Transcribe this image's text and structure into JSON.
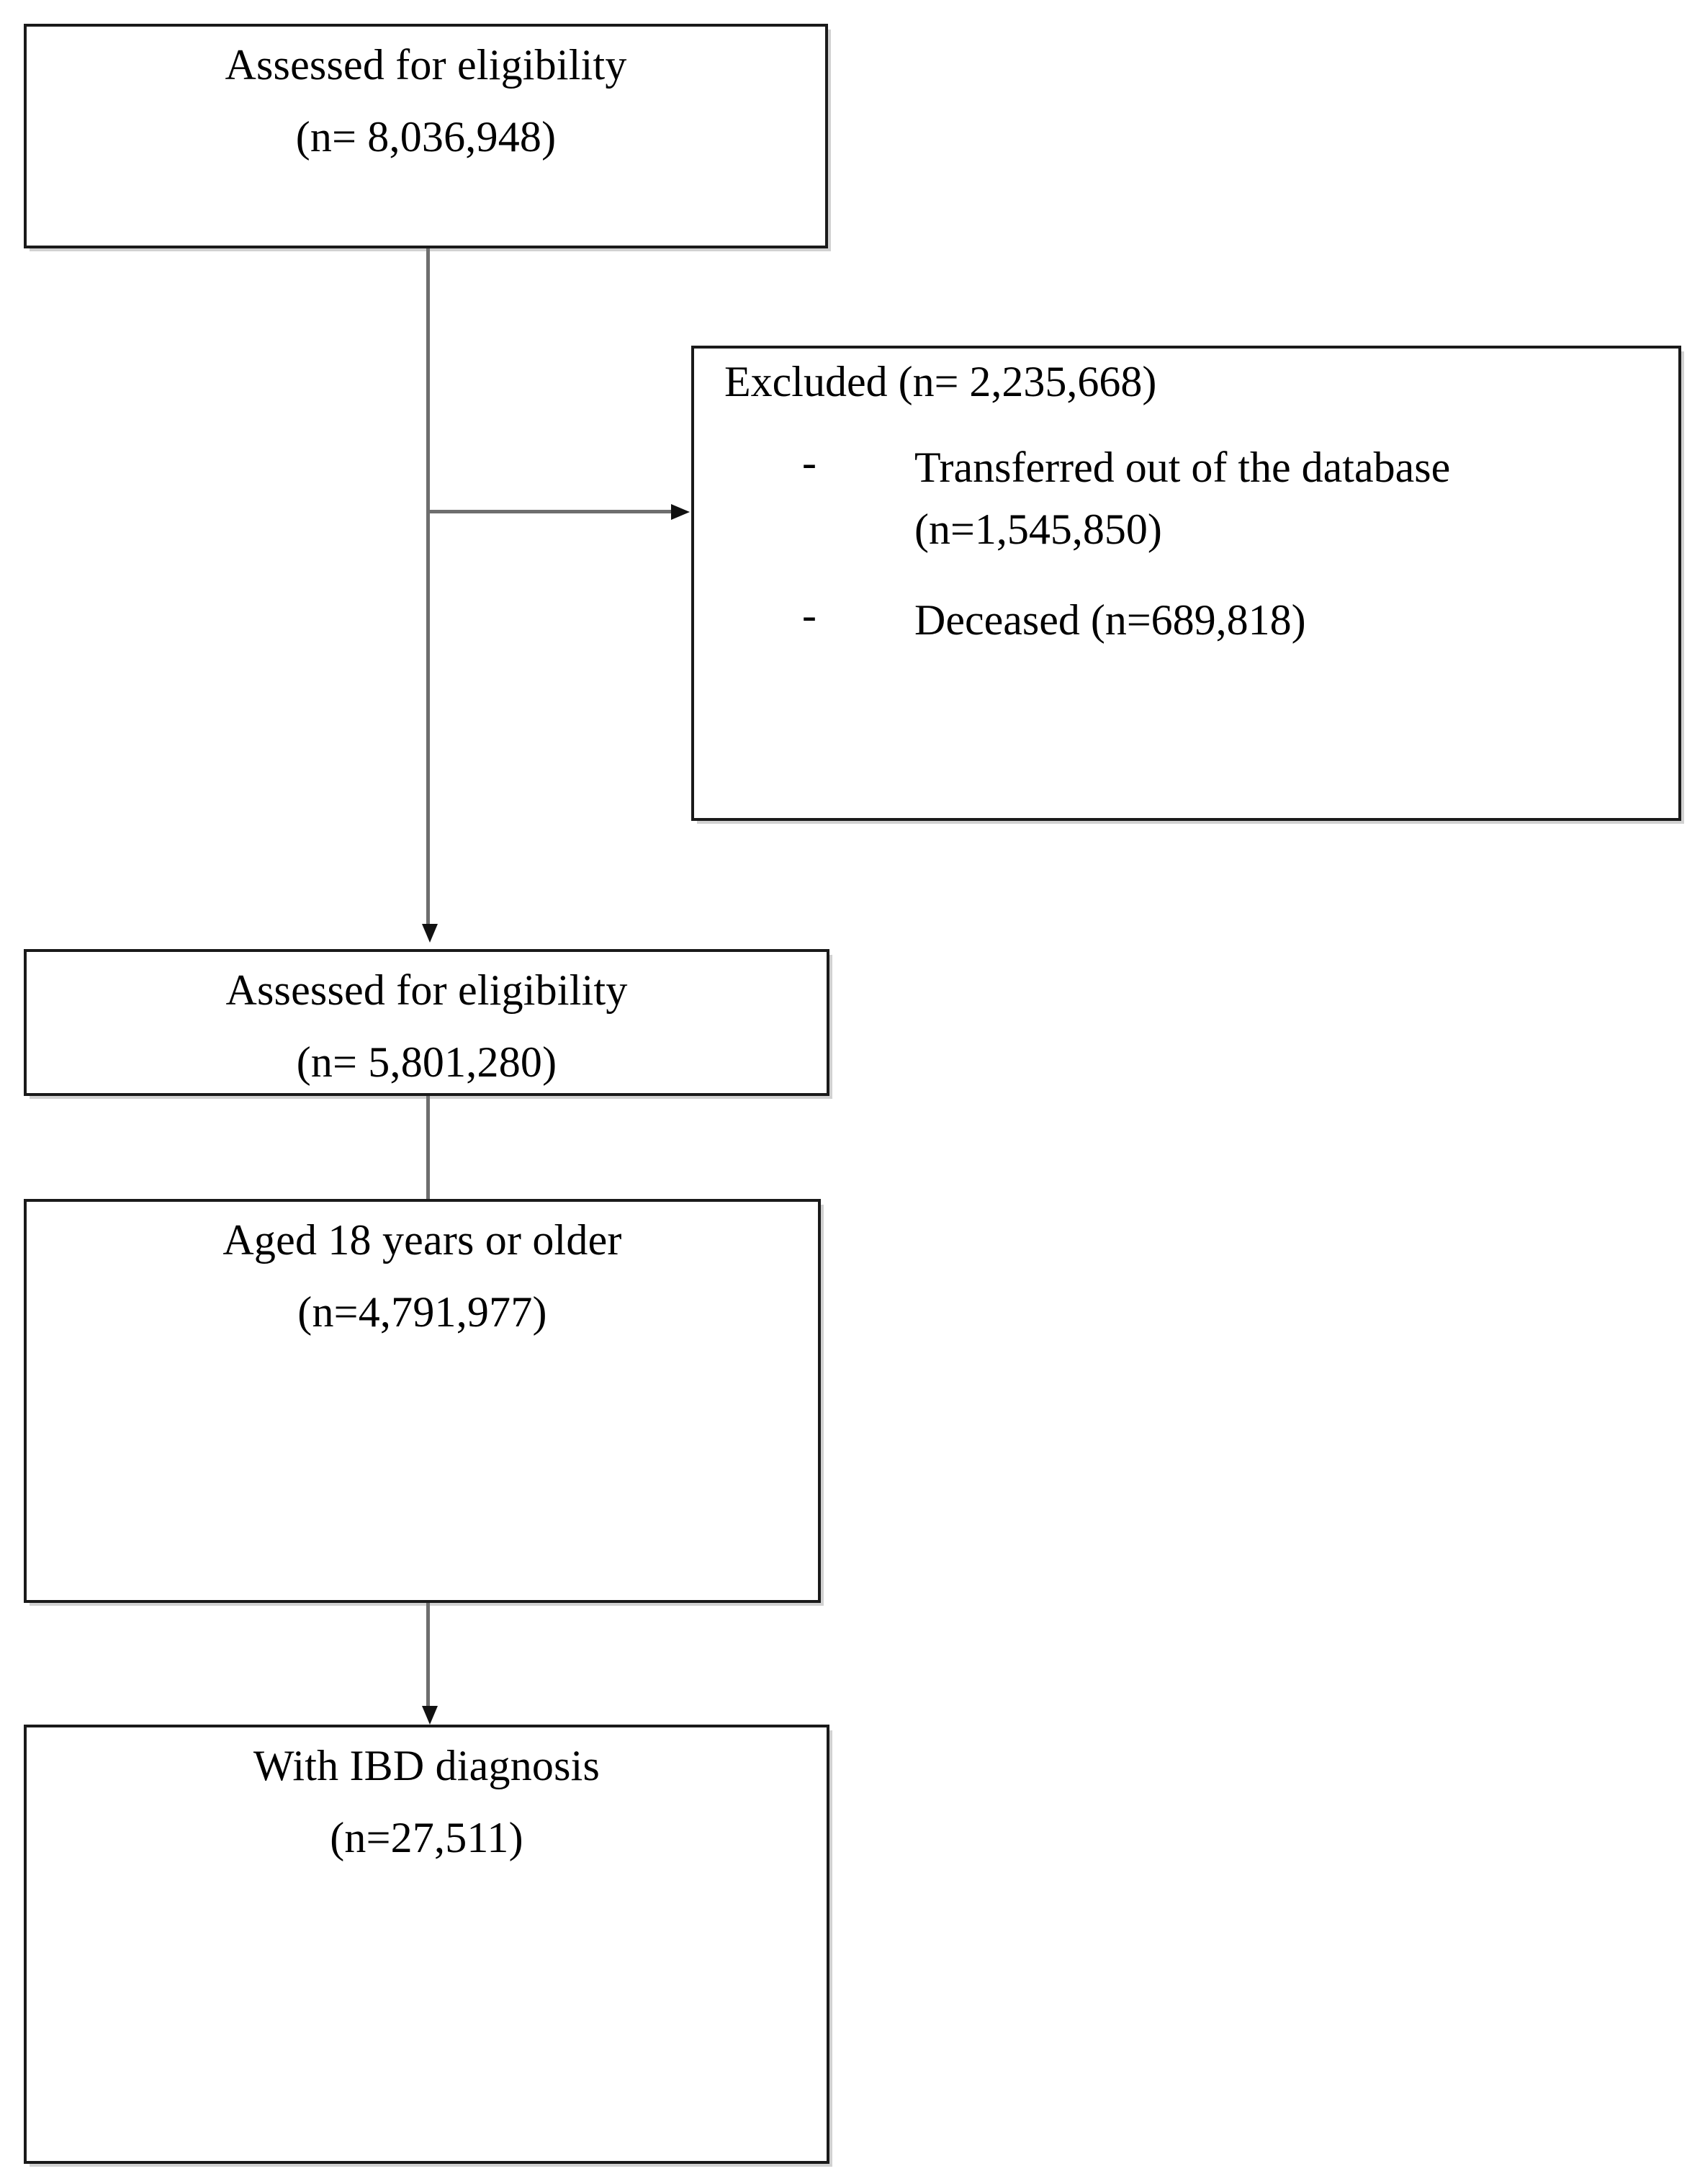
{
  "diagram": {
    "type": "prisma-flow-diagram",
    "boxes": [
      {
        "id": "assessed-eligibility-1",
        "line1": "Assessed for eligibility",
        "line2": "(n= 8,036,948)"
      },
      {
        "id": "assessed-eligibility-2",
        "line1": "Assessed for eligibility",
        "line2": "(n= 5,801,280)"
      },
      {
        "id": "aged-18-or-older",
        "line1": "Aged 18 years or older",
        "line2": "(n=4,791,977)"
      },
      {
        "id": "with-ibd-diagnosis",
        "line1": "With IBD diagnosis",
        "line2": "(n=27,511)"
      }
    ],
    "excluded": {
      "title": "Excluded (n= 2,235,668)",
      "items": [
        {
          "dash": "-",
          "text": "Transferred out of the database",
          "subtext": "(n=1,545,850)"
        },
        {
          "dash": "-",
          "text": "Deceased (n=689,818)",
          "subtext": ""
        }
      ]
    },
    "colors": {
      "box_border": "#1a1a1a",
      "connector": "#6e6e6e",
      "arrow": "#111111",
      "background": "#ffffff",
      "text": "#000000"
    }
  }
}
